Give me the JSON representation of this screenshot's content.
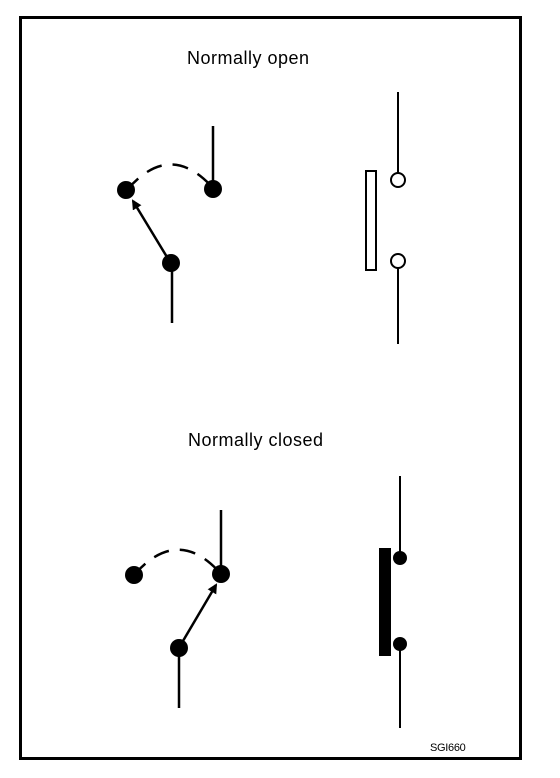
{
  "labels": {
    "normally_open": "Normally open",
    "normally_closed": "Normally closed",
    "figure_code": "SGI660"
  },
  "colors": {
    "ink": "#000000",
    "paper": "#ffffff"
  }
}
